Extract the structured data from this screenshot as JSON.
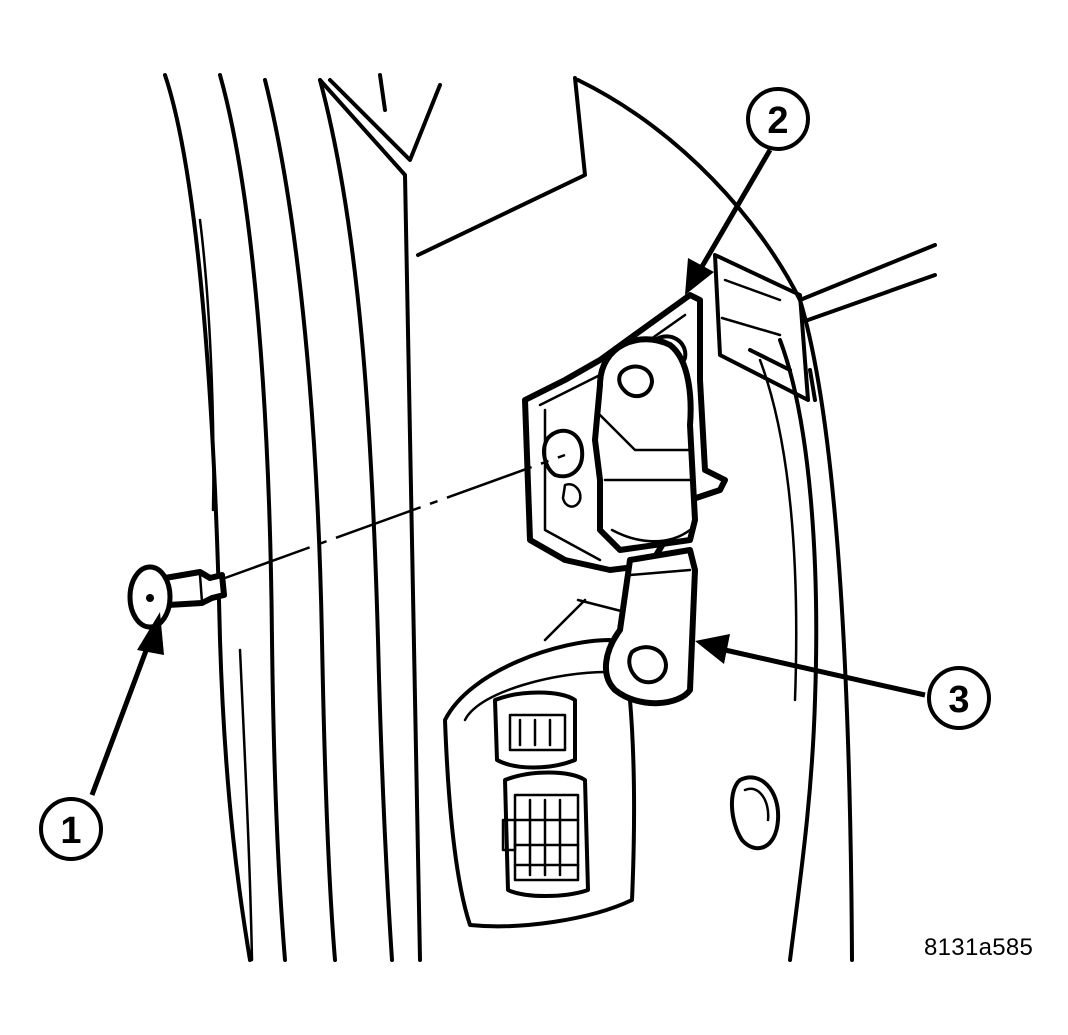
{
  "figure": {
    "id": "8131a585"
  },
  "callouts": [
    {
      "number": "1"
    },
    {
      "number": "2"
    },
    {
      "number": "3"
    }
  ]
}
